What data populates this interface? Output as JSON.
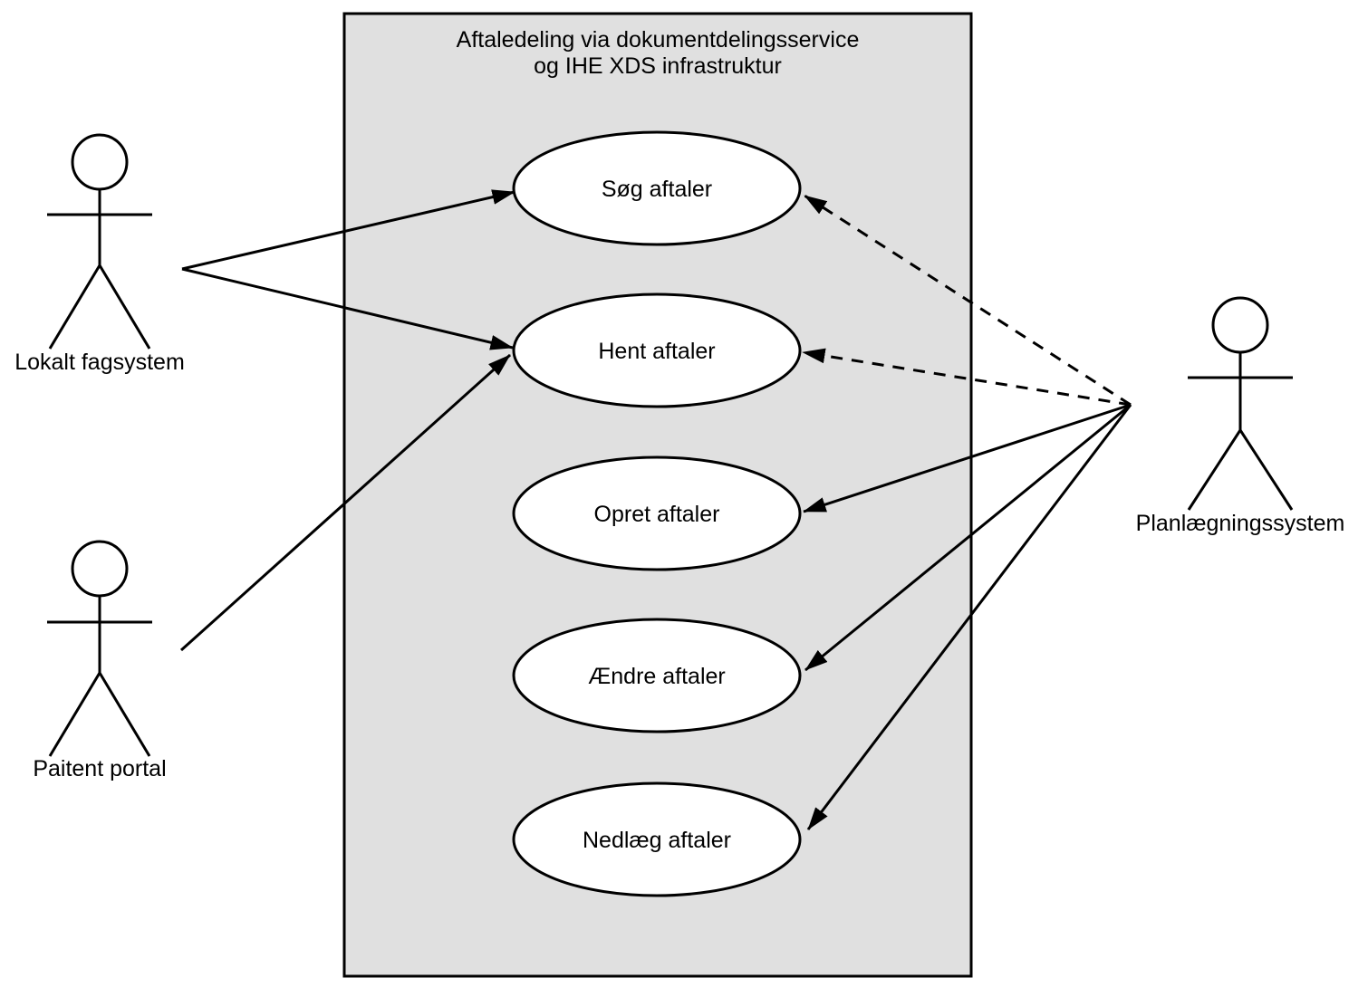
{
  "boundary": {
    "title_line1": "Aftaledeling via dokumentdelingsservice",
    "title_line2": "og IHE XDS infrastruktur"
  },
  "use_cases": [
    {
      "id": "sog-aftaler",
      "label": "Søg aftaler"
    },
    {
      "id": "hent-aftaler",
      "label": "Hent aftaler"
    },
    {
      "id": "opret-aftaler",
      "label": "Opret aftaler"
    },
    {
      "id": "aendre-aftaler",
      "label": "Ændre aftaler"
    },
    {
      "id": "nedlaeg-aftaler",
      "label": "Nedlæg aftaler"
    }
  ],
  "actors": [
    {
      "id": "lokalt-fagsystem",
      "label": "Lokalt fagsystem"
    },
    {
      "id": "paitent-portal",
      "label": "Paitent portal"
    },
    {
      "id": "planlaegningssystem",
      "label": "Planlægningssystem"
    }
  ],
  "connections": [
    {
      "from": "Lokalt fagsystem",
      "to": "Søg aftaler",
      "style": "solid",
      "arrow": "to"
    },
    {
      "from": "Lokalt fagsystem",
      "to": "Hent aftaler",
      "style": "solid",
      "arrow": "to"
    },
    {
      "from": "Paitent portal",
      "to": "Hent aftaler",
      "style": "solid",
      "arrow": "to"
    },
    {
      "from": "Planlægningssystem",
      "to": "Søg aftaler",
      "style": "dashed",
      "arrow": "to"
    },
    {
      "from": "Planlægningssystem",
      "to": "Hent aftaler",
      "style": "dashed",
      "arrow": "to"
    },
    {
      "from": "Planlægningssystem",
      "to": "Opret aftaler",
      "style": "solid",
      "arrow": "to"
    },
    {
      "from": "Planlægningssystem",
      "to": "Ændre aftaler",
      "style": "solid",
      "arrow": "to"
    },
    {
      "from": "Planlægningssystem",
      "to": "Nedlæg aftaler",
      "style": "solid",
      "arrow": "to"
    }
  ],
  "colors": {
    "boundary_fill": "#e0e0e0",
    "node_fill": "#ffffff",
    "stroke": "#000000"
  }
}
